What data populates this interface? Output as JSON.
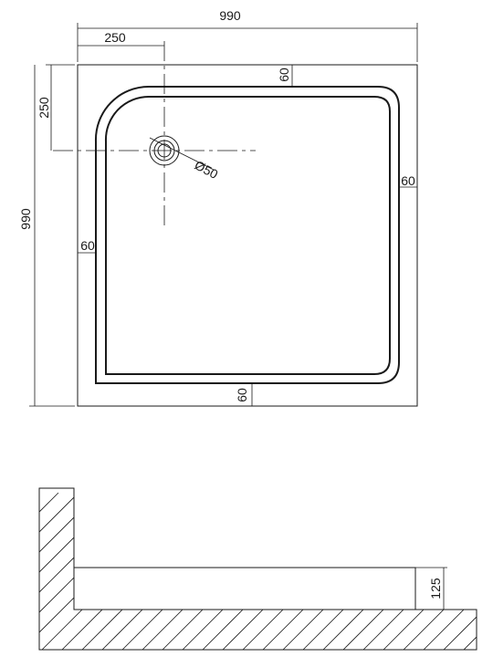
{
  "dimensions": {
    "overall_width": "990",
    "drain_offset_x": "250",
    "drain_offset_y": "250",
    "overall_depth": "990",
    "rim_top": "60",
    "rim_right": "60",
    "rim_left": "60",
    "rim_bottom": "60",
    "drain_diameter": "Ø50",
    "tray_height": "125"
  }
}
